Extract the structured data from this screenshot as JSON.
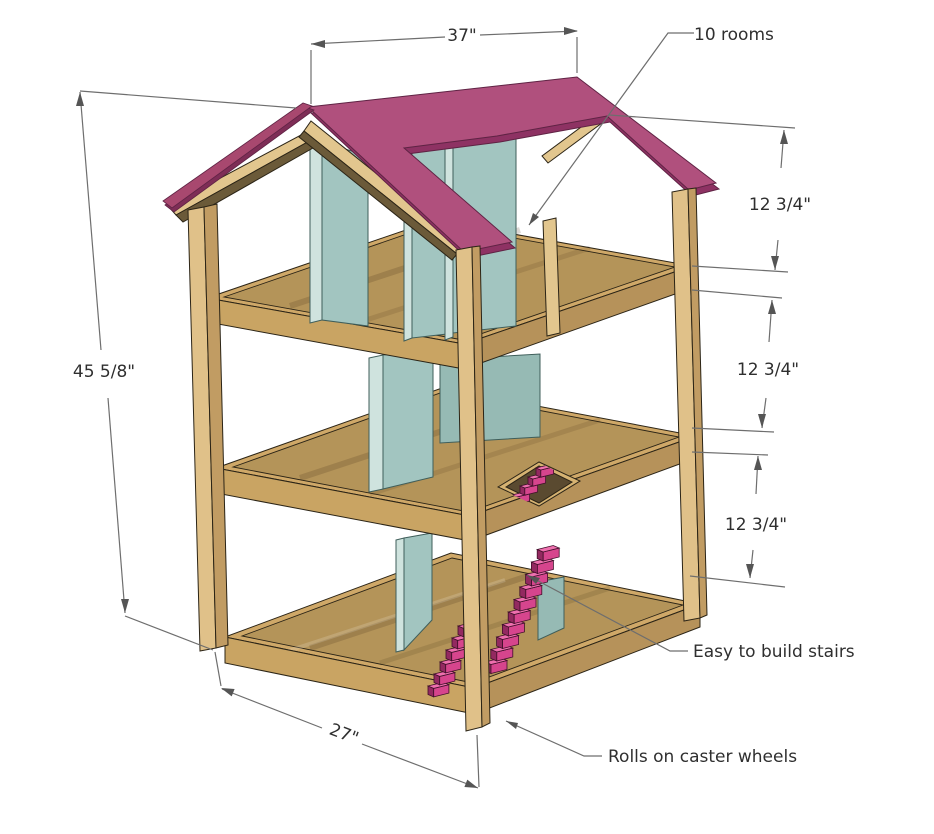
{
  "drawing": {
    "title": "dollhouse construction drawing",
    "background": "#ffffff",
    "dimensions": {
      "roof_width": "37\"",
      "total_height": "45 5/8\"",
      "base_depth": "27\"",
      "story_height_top": "12 3/4\"",
      "story_height_middle": "12 3/4\"",
      "story_height_bottom": "12 3/4\""
    },
    "callouts": {
      "rooms": "10 rooms",
      "stairs": "Easy to build stairs",
      "casters": "Rolls on caster wheels"
    },
    "colors": {
      "roof": "#b0507d",
      "roof_shadow": "#8e3263",
      "roof_back": "#a8486f",
      "wood_light": "#e0c189",
      "wood_mid": "#cda566",
      "wood_dark": "#c19c63",
      "wood_frame": "#cfa868",
      "wood_floor": "#b49459",
      "wood_fascia": "#c9a463",
      "wood_fascia_dark": "#b6925a",
      "wood_under": "#6b5a39",
      "rafter": "#e2c68e",
      "wall_teal": "#a2c5c0",
      "wall_teal_light": "#cfe3de",
      "stair_top": "#ee6fae",
      "stair_front": "#d6458d",
      "stair_side": "#932960",
      "hole_dark": "#5a4a30",
      "line": "#6e6e6e",
      "text": "#2f2f2f",
      "outline": "#2b2416"
    }
  }
}
